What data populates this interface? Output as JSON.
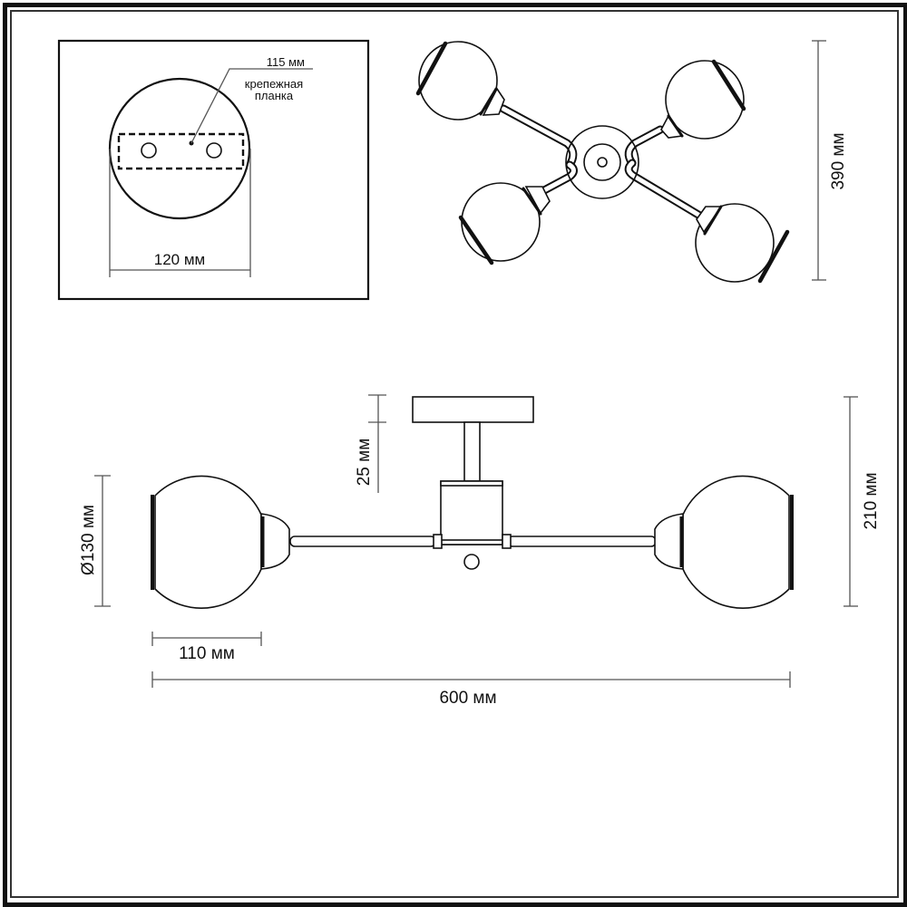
{
  "drawing": {
    "subject": "4-arm ceiling chandelier with globe shades — dimension drawing",
    "units": "мм",
    "mounting_plate_view": {
      "plate_diameter_label": "120 мм",
      "bracket_length_label": "115 мм",
      "bracket_name_line1": "крепежная",
      "bracket_name_line2": "планка"
    },
    "top_view": {
      "depth_label": "390 мм",
      "arm_count": 4
    },
    "side_view": {
      "canopy_height_label": "25 мм",
      "total_height_label": "210 мм",
      "shade_diameter_label": "Ø130 мм",
      "shade_depth_label": "110 мм",
      "total_width_label": "600 мм"
    }
  },
  "colors": {
    "line": "#111111",
    "dimension_line": "#555555",
    "background": "#ffffff"
  }
}
